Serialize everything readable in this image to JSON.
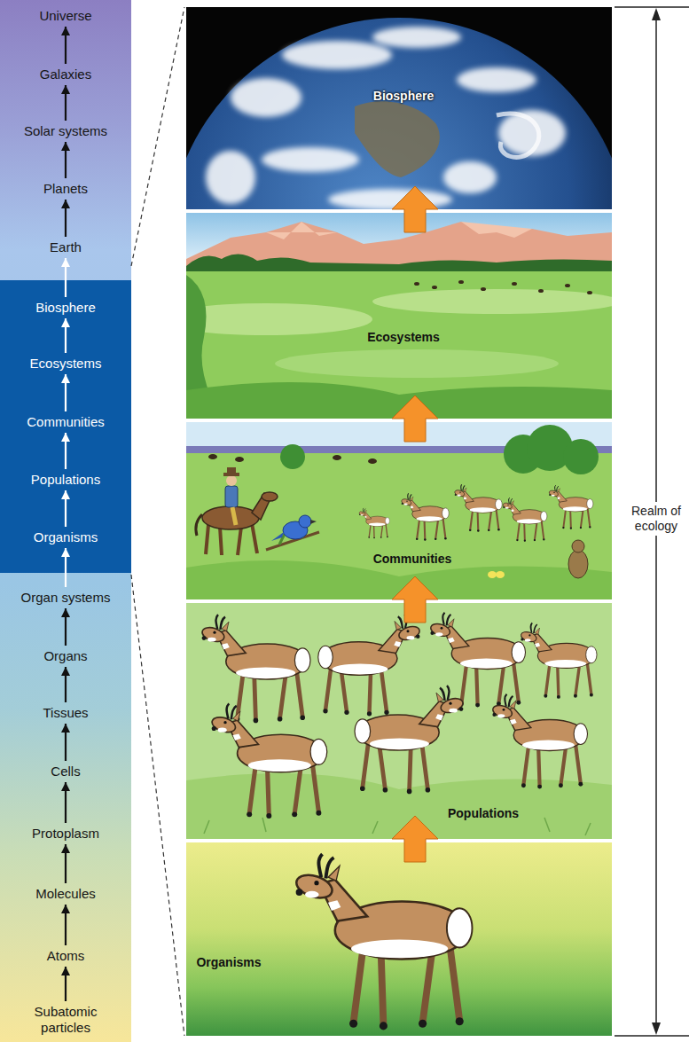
{
  "diagram": {
    "nodes": [
      {
        "text": [
          "Universe"
        ]
      },
      {
        "text": [
          "Galaxies"
        ]
      },
      {
        "text": [
          "Solar systems"
        ]
      },
      {
        "text": [
          "Planets"
        ]
      },
      {
        "text": [
          "Earth"
        ]
      },
      {
        "text": [
          "Biosphere"
        ]
      },
      {
        "text": [
          "Ecosystems"
        ]
      },
      {
        "text": [
          "Communities"
        ]
      },
      {
        "text": [
          "Populations"
        ]
      },
      {
        "text": [
          "Organisms"
        ]
      },
      {
        "text": [
          "Organ systems"
        ]
      },
      {
        "text": [
          "Organs"
        ]
      },
      {
        "text": [
          "Tissues"
        ]
      },
      {
        "text": [
          "Cells"
        ]
      },
      {
        "text": [
          "Protoplasm"
        ]
      },
      {
        "text": [
          "Molecules"
        ]
      },
      {
        "text": [
          "Atoms"
        ]
      },
      {
        "text": [
          "Subatomic particles"
        ]
      },
      {
        "text": [
          "Biosphere"
        ]
      },
      {
        "text": [
          "Ecosystems"
        ]
      },
      {
        "text": [
          "Communities"
        ]
      },
      {
        "text": [
          "Populations"
        ]
      },
      {
        "text": [
          "Organisms"
        ]
      }
    ],
    "edges": [
      {
        "from": 1,
        "to": 0,
        "arrow": "to"
      },
      {
        "from": 2,
        "to": 1,
        "arrow": "to"
      },
      {
        "from": 3,
        "to": 2,
        "arrow": "to"
      },
      {
        "from": 4,
        "to": 3,
        "arrow": "to"
      },
      {
        "from": 5,
        "to": 4,
        "arrow": "to"
      },
      {
        "from": 6,
        "to": 5,
        "arrow": "to"
      },
      {
        "from": 7,
        "to": 6,
        "arrow": "to"
      },
      {
        "from": 8,
        "to": 7,
        "arrow": "to"
      },
      {
        "from": 9,
        "to": 8,
        "arrow": "to"
      },
      {
        "from": 10,
        "to": 9,
        "arrow": "to"
      },
      {
        "from": 11,
        "to": 10,
        "arrow": "to"
      },
      {
        "from": 12,
        "to": 11,
        "arrow": "to"
      },
      {
        "from": 13,
        "to": 12,
        "arrow": "to"
      },
      {
        "from": 14,
        "to": 13,
        "arrow": "to"
      },
      {
        "from": 15,
        "to": 14,
        "arrow": "to"
      },
      {
        "from": 16,
        "to": 15,
        "arrow": "to"
      },
      {
        "from": 17,
        "to": 16,
        "arrow": "to"
      },
      {
        "from": 22,
        "to": 21,
        "arrow": "to"
      },
      {
        "from": 21,
        "to": 20,
        "arrow": "to"
      },
      {
        "from": 20,
        "to": 19,
        "arrow": "to"
      },
      {
        "from": 19,
        "to": 18,
        "arrow": "to"
      }
    ],
    "labels": [
      "Realm of ecology"
    ]
  }
}
